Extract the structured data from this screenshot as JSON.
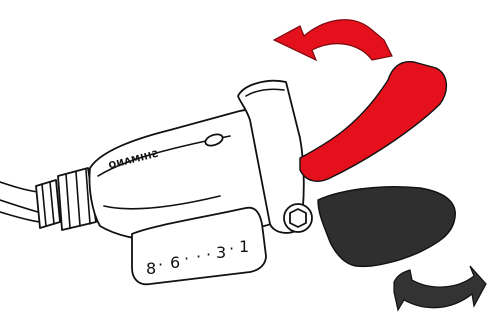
{
  "brand_text": "SHIMANO",
  "gear_indicator": {
    "numbers": [
      "8",
      "6",
      "3",
      "1"
    ],
    "separator": "·"
  },
  "colors": {
    "lever_upshift": "#e4111c",
    "lever_downshift": "#2f2f2f",
    "arrow_upshift": "#e4111c",
    "arrow_downshift": "#333333"
  }
}
